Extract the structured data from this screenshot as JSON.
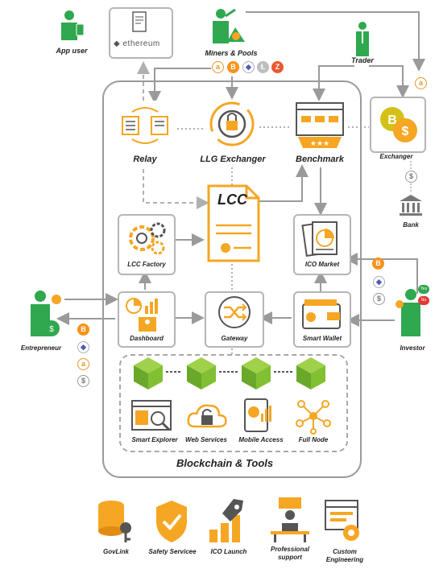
{
  "colors": {
    "orange": "#f5a623",
    "orange_dark": "#e08b14",
    "green": "#2fa84f",
    "cube": "#7fbf2e",
    "gray": "#9a9a9a"
  },
  "actors": {
    "app_user": "App user",
    "miners_pools": "Miners & Pools",
    "trader": "Trader",
    "exchanger": "Exchanger",
    "bank": "Bank",
    "entrepreneur": "Entrepreneur",
    "investor": "Investor"
  },
  "ethereum_logo": "ethereum",
  "modules": {
    "relay": "Relay",
    "llg_exchanger": "LLG Exchanger",
    "benchmark": "Benchmark",
    "lcc": "LCC",
    "lcc_factory": "LCC Factory",
    "ico_market": "ICO Market",
    "dashboard": "Dashboard",
    "gateway": "Gateway",
    "smart_wallet": "Smart Wallet"
  },
  "tools": {
    "smart_explorer": "Smart Explorer",
    "web_services": "Web Services",
    "mobile_access": "Mobile Access",
    "full_node": "Full Node"
  },
  "container_title": "Blockchain & Tools",
  "services": {
    "govlink": "GovLink",
    "safety": "Safety Servicee",
    "ico_launch": "ICO Launch",
    "prof_support_1": "Professional",
    "prof_support_2": "support",
    "custom_eng_1": "Custom",
    "custom_eng_2": "Engineering"
  },
  "badges": {
    "yes": "Yes",
    "no": "No"
  },
  "coin_glyphs": {
    "btc": "B",
    "eth": "◆",
    "llg": "a",
    "usd": "$",
    "ltc": "Ł",
    "zcash": "Z"
  }
}
